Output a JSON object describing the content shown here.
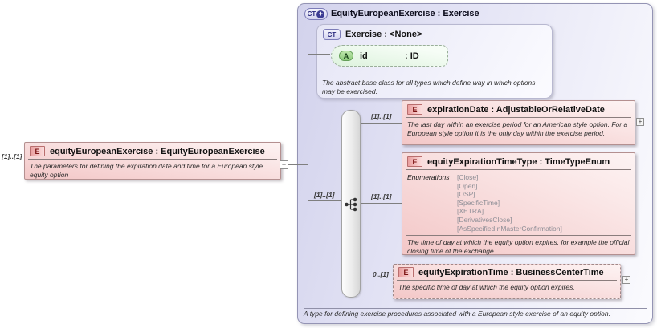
{
  "icons": {
    "e": "E",
    "ct": "CT",
    "a": "A",
    "plus": "+",
    "minus": "−"
  },
  "root_element": {
    "cardinality": "[1]..[1]",
    "title": "equityEuropeanExercise : EquityEuropeanExercise",
    "description": "The parameters for defining the expiration date and time for a European style equity option"
  },
  "complex_type": {
    "title": "EquityEuropeanExercise : Exercise",
    "footer": "A type for defining exercise procedures associated with a European style exercise of an equity option.",
    "base_type": {
      "title": "Exercise : <None>",
      "attribute": {
        "name": "id",
        "type": ": ID"
      },
      "description": "The abstract base class for all types which define way in which options may be exercised."
    },
    "sequence_cardinality": "[1]..[1]",
    "children": [
      {
        "cardinality": "[1]..[1]",
        "title": "expirationDate : AdjustableOrRelativeDate",
        "description": "The last day within an exercise period for an American style option. For a European style option it is the only day within the exercise period."
      },
      {
        "cardinality": "[1]..[1]",
        "title": "equityExpirationTimeType : TimeTypeEnum",
        "enumerations_label": "Enumerations",
        "enumerations": [
          "[Close]",
          "[Open]",
          "[OSP]",
          "[SpecificTime]",
          "[XETRA]",
          "[DerivativesClose]",
          "[AsSpecifiedInMasterConfirmation]"
        ],
        "description": "The time of day at which the equity option expires, for example the official closing time of the exchange."
      },
      {
        "cardinality": "0..[1]",
        "title": "equityExpirationTime : BusinessCenterTime",
        "description": "The specific time of day at which the equity option expires."
      }
    ]
  }
}
